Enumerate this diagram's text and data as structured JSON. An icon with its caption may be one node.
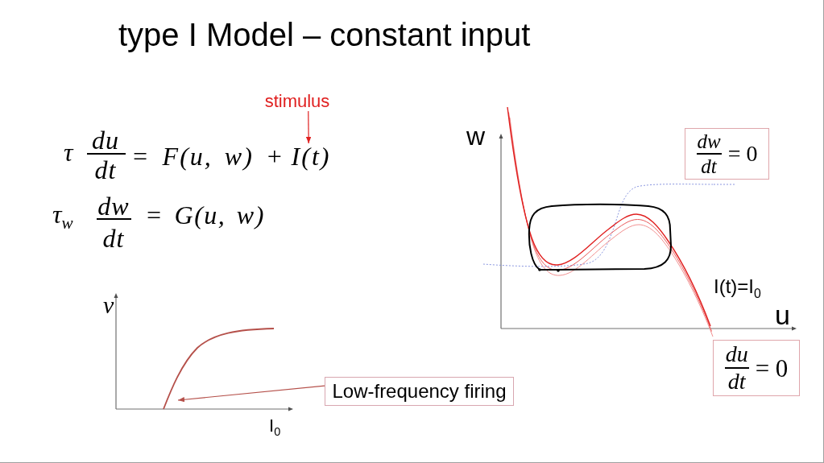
{
  "diagram": {
    "title": "type I Model – constant input",
    "nodes": [
      {
        "text": [
          "stimulus"
        ]
      },
      {
        "text": [
          "I(t)"
        ]
      },
      {
        "text": [
          "dw",
          "dt",
          "= 0"
        ]
      },
      {
        "text": [
          "du",
          "dt",
          "= 0"
        ]
      },
      {
        "text": [
          "Low-frequency firing"
        ]
      }
    ],
    "edges": [
      {
        "from": 0,
        "to": 1,
        "arrow": "to",
        "color": "#e02020"
      },
      {
        "from": 4,
        "to": null,
        "arrow": "to",
        "color": "#b5504a"
      }
    ],
    "labels": [
      "τ",
      "du",
      "dt",
      "= F(u, w) +",
      "w",
      "τ$_{w}$",
      "dw",
      "dt",
      "= G(u, w)",
      "I(t)=I$_{0}$",
      "ν",
      "u",
      "I$_{0}$"
    ]
  }
}
